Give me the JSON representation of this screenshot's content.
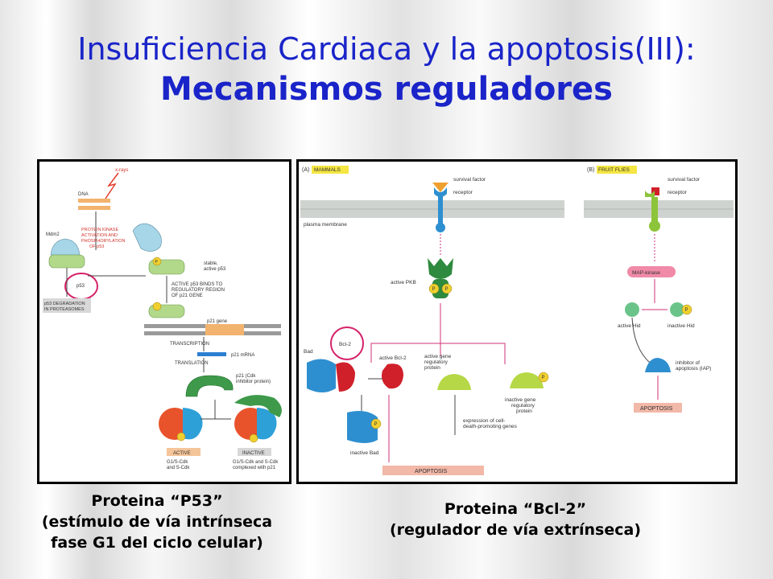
{
  "slide": {
    "title_line1": "Insuficiencia Cardiaca y la apoptosis(III):",
    "title_line2": "Mecanismos reguladores"
  },
  "left_figure": {
    "labels": {
      "xrays": "x-rays",
      "dna": "DNA",
      "mdm2": "Mdm2",
      "kinase1": "PROTEIN KINASE",
      "kinase2": "ACTIVATION AND",
      "kinase3": "PHOSPHORYLATION",
      "kinase4": "OF p53",
      "stable1": "stable,",
      "stable2": "active p53",
      "p53": "p53",
      "degr1": "p53 DEGRADATION",
      "degr2": "IN PROTEASOMES",
      "binds1": "ACTIVE p53 BINDS TO",
      "binds2": "REGULATORY REGION",
      "binds3": "OF p21 GENE",
      "p21gene": "p21 gene",
      "transcription": "TRANSCRIPTION",
      "mrna": "p21 mRNA",
      "translation": "TRANSLATION",
      "p21a": "p21 (Cdk",
      "p21b": "inhibitor protein)",
      "active": "ACTIVE",
      "inactive": "INACTIVE",
      "g1a": "G1/S-Cdk",
      "g1b": "and S-Cdk",
      "g2a": "G1/S-Cdk and S-Cdk",
      "g2b": "complexed with p21",
      "p": "P"
    }
  },
  "right_figure": {
    "labels": {
      "a_tag": "(A)",
      "mammals": "MAMMALS",
      "b_tag": "(B)",
      "fruitflies": "FRUIT FLIES",
      "survival": "survival factor",
      "receptor": "receptor",
      "plasma": "plasma membrane",
      "pkb": "active PKB",
      "bad": "Bad",
      "bcl2": "Bcl-2",
      "activebcl2": "active Bcl-2",
      "agene1": "active gene",
      "agene2": "regulatory",
      "agene3": "protein",
      "igene1": "inactive gene",
      "igene2": "regulatory",
      "igene3": "protein",
      "expr1": "expression of cell-",
      "expr2": "death-promoting genes",
      "inbad": "inactive Bad",
      "apoptosis": "APOPTOSIS",
      "mapk": "MAP-kinase",
      "ahid": "active Hid",
      "ihid": "inactive Hid",
      "iap1": "inhibitor of",
      "iap2": "apoptosis (IAP)",
      "apoptosis2": "APOPTOSIS",
      "p": "P"
    }
  },
  "captions": {
    "left_line1": "Proteina “P53”",
    "left_line2": "(estímulo de vía intrínseca",
    "left_line3": "fase G1 del ciclo celular)",
    "right_line1": "Proteina “Bcl-2”",
    "right_line2": "(regulador de vía extrínseca)"
  }
}
